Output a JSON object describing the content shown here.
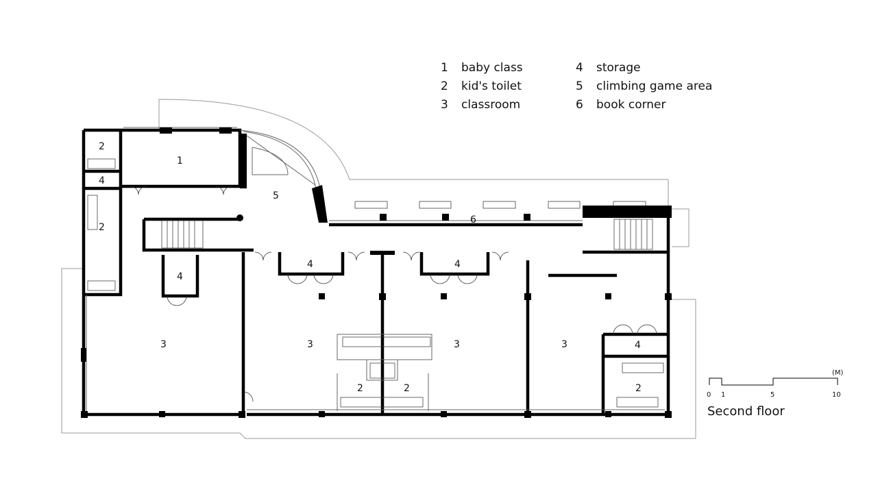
{
  "legend": [
    {
      "num": "1",
      "label": "baby class"
    },
    {
      "num": "2",
      "label": "kid's toilet"
    },
    {
      "num": "3",
      "label": "classroom"
    },
    {
      "num": "4",
      "label": "storage"
    },
    {
      "num": "5",
      "label": "climbing game area"
    },
    {
      "num": "6",
      "label": "book corner"
    }
  ],
  "rooms": [
    {
      "id": "toilet-nw",
      "num": "2"
    },
    {
      "id": "baby-class",
      "num": "1"
    },
    {
      "id": "storage-nw",
      "num": "4"
    },
    {
      "id": "climbing-area",
      "num": "5"
    },
    {
      "id": "book-corner",
      "num": "6"
    },
    {
      "id": "toilet-west",
      "num": "2"
    },
    {
      "id": "storage-a",
      "num": "4"
    },
    {
      "id": "storage-b",
      "num": "4"
    },
    {
      "id": "storage-c",
      "num": "4"
    },
    {
      "id": "classroom-a",
      "num": "3"
    },
    {
      "id": "classroom-b",
      "num": "3"
    },
    {
      "id": "classroom-c",
      "num": "3"
    },
    {
      "id": "classroom-d",
      "num": "3"
    },
    {
      "id": "storage-e",
      "num": "4"
    },
    {
      "id": "toilet-center-l",
      "num": "2"
    },
    {
      "id": "toilet-center-r",
      "num": "2"
    },
    {
      "id": "toilet-east",
      "num": "2"
    }
  ],
  "scale": {
    "unit": "(M)",
    "ticks": [
      "0",
      "1",
      "5",
      "10"
    ]
  },
  "title": "Second floor"
}
